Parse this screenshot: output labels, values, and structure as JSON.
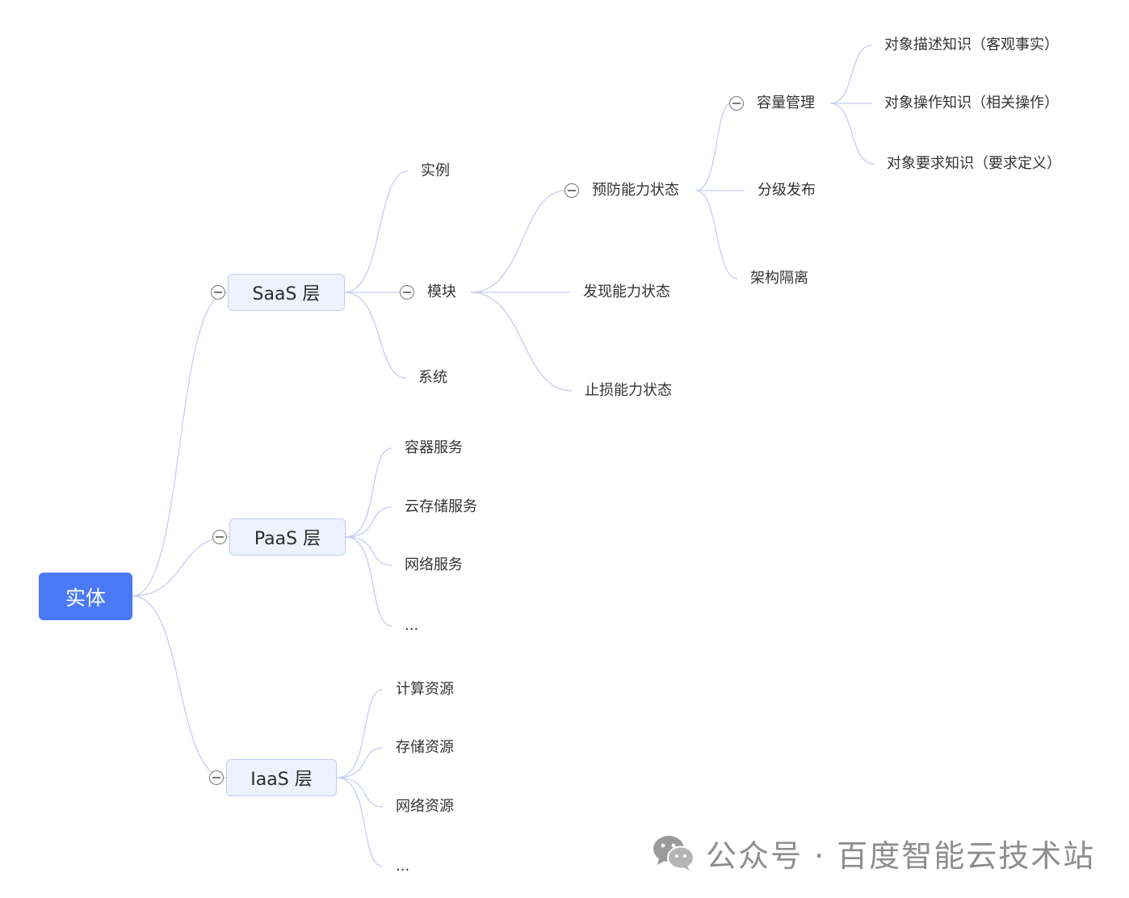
{
  "mindmap": {
    "root": "实体",
    "saas": {
      "label": "SaaS 层",
      "children": {
        "instance": "实例",
        "module": "模块",
        "system": "系统"
      },
      "module_children": {
        "prevent": "预防能力状态",
        "discover": "发现能力状态",
        "stop_loss": "止损能力状态"
      },
      "prevent_children": {
        "capacity": "容量管理",
        "graded_release": "分级发布",
        "arch_isolation": "架构隔离"
      },
      "capacity_children": {
        "describe": "对象描述知识（客观事实）",
        "operate": "对象操作知识（相关操作）",
        "require": "对象要求知识（要求定义）"
      }
    },
    "paas": {
      "label": "PaaS 层",
      "children": [
        "容器服务",
        "云存储服务",
        "网络服务",
        "..."
      ]
    },
    "iaas": {
      "label": "IaaS 层",
      "children": [
        "计算资源",
        "存储资源",
        "网络资源",
        "..."
      ]
    }
  },
  "watermark": {
    "icon": "wechat-icon",
    "text": "公众号 · 百度智能云技术站"
  },
  "colors": {
    "root_fill": "#4a79f5",
    "layer_fill": "#eef2fe",
    "layer_border": "#c3cdf3",
    "edge": "#c6cdf0"
  }
}
